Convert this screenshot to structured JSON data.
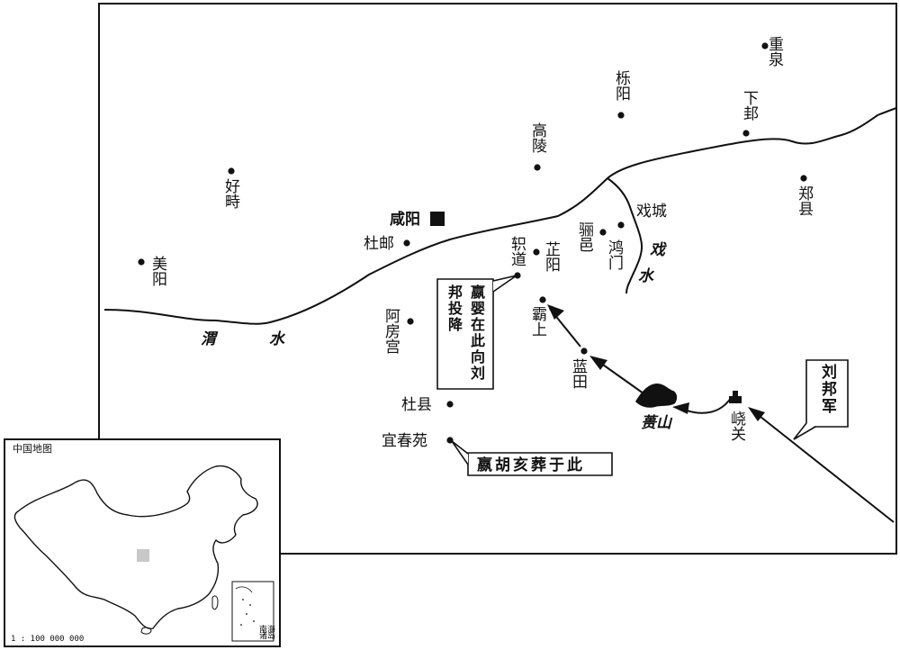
{
  "places": {
    "chongquan": "重泉",
    "liyang": "栎阳",
    "xiagui": "下邽",
    "gaoling": "高陵",
    "haozhi": "好畤",
    "zhengxian": "郑县",
    "xianyang": "咸阳",
    "xicheng": "戏城",
    "duyou": "杜邮",
    "lijyi": "骊邑",
    "hongmen": "鸿门",
    "zhidao": "轵道",
    "zhiyang": "芷阳",
    "meiyang": "美阳",
    "bashang": "霸上",
    "afanggong": "阿房宫",
    "lantian": "蓝田",
    "duxian": "杜县",
    "yichunyuan": "宜春苑",
    "huangshan": "蒉山",
    "yaoguan": "峣关"
  },
  "rivers": {
    "wei_1": "渭",
    "wei_2": "水",
    "xi_1": "戏",
    "xi_2": "水"
  },
  "notes": {
    "liubang_surrender": "嬴婴在此向刘邦投降",
    "huhai_buried": "嬴胡亥葬于此",
    "liubang_army": "刘邦军"
  },
  "inset": {
    "title": "中国地图",
    "scale": "1 : 100 000 000",
    "scs_label_1": "南海",
    "scs_label_2": "诸岛"
  },
  "colors": {
    "ink": "#111111",
    "inset_highlight": "#c8c8c8",
    "background": "#ffffff"
  }
}
